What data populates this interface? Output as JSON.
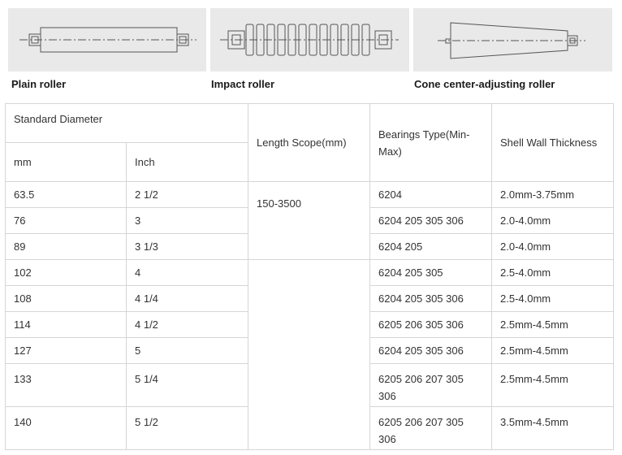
{
  "figures": [
    {
      "label": "Plain roller",
      "icon": "plain-roller-diagram"
    },
    {
      "label": "Impact roller",
      "icon": "impact-roller-diagram"
    },
    {
      "label": "Cone center-adjusting roller",
      "icon": "cone-roller-diagram"
    }
  ],
  "table": {
    "headers": {
      "standard_diameter": "Standard Diameter",
      "mm": "mm",
      "inch": "Inch",
      "length_scope": "Length Scope(mm)",
      "bearings_type": "Bearings Type(Min-Max)",
      "shell_wall": "Shell Wall Thickness"
    },
    "length_scope_value": "150-3500",
    "rows": [
      {
        "mm": "63.5",
        "inch": "2 1/2",
        "bearings": "6204",
        "thickness": "2.0mm-3.75mm"
      },
      {
        "mm": "76",
        "inch": "3",
        "bearings": "6204 205 305 306",
        "thickness": "2.0-4.0mm"
      },
      {
        "mm": "89",
        "inch": "3 1/3",
        "bearings": "6204 205",
        "thickness": "2.0-4.0mm"
      },
      {
        "mm": "102",
        "inch": "4",
        "bearings": "6204 205 305",
        "thickness": "2.5-4.0mm"
      },
      {
        "mm": "108",
        "inch": "4 1/4",
        "bearings": "6204 205 305 306",
        "thickness": "2.5-4.0mm"
      },
      {
        "mm": "114",
        "inch": "4 1/2",
        "bearings": "6205 206 305 306",
        "thickness": "2.5mm-4.5mm"
      },
      {
        "mm": "127",
        "inch": "5",
        "bearings": "6204 205 305 306",
        "thickness": "2.5mm-4.5mm"
      },
      {
        "mm": "133",
        "inch": "5 1/4",
        "bearings": "6205 206 207 305 306",
        "thickness": "2.5mm-4.5mm"
      },
      {
        "mm": "140",
        "inch": "5 1/2",
        "bearings": "6205 206 207 305 306",
        "thickness": "3.5mm-4.5mm"
      }
    ]
  }
}
